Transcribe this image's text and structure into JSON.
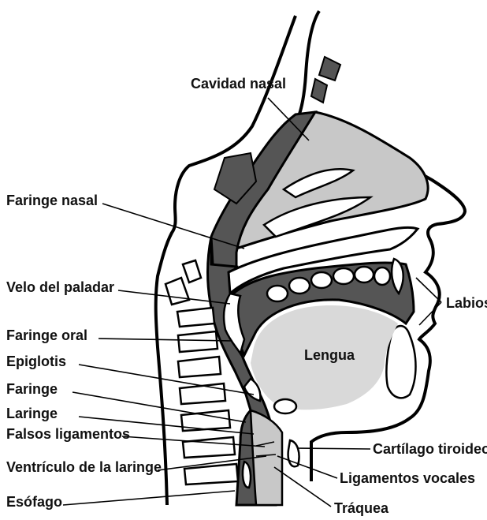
{
  "colors": {
    "outline": "#000000",
    "dark_fill": "#555555",
    "light_fill": "#c8c8c8",
    "tongue_fill": "#d9d9d9",
    "white": "#ffffff"
  },
  "labels": {
    "cavidad_nasal": "Cavidad nasal",
    "faringe_nasal": "Faringe nasal",
    "velo_del_paladar": "Velo del paladar",
    "faringe_oral": "Faringe oral",
    "epiglotis": "Epiglotis",
    "faringe": "Faringe",
    "laringe": "Laringe",
    "falsos_ligamentos": "Falsos ligamentos",
    "ventriculo_laringe": "Ventrículo de la laringe",
    "esofago": "Esófago",
    "labios": "Labios",
    "lengua": "Lengua",
    "cartilago_tiroideo": "Cartílago tiroideo",
    "ligamentos_vocales": "Ligamentos vocales",
    "traquea": "Tráquea"
  }
}
